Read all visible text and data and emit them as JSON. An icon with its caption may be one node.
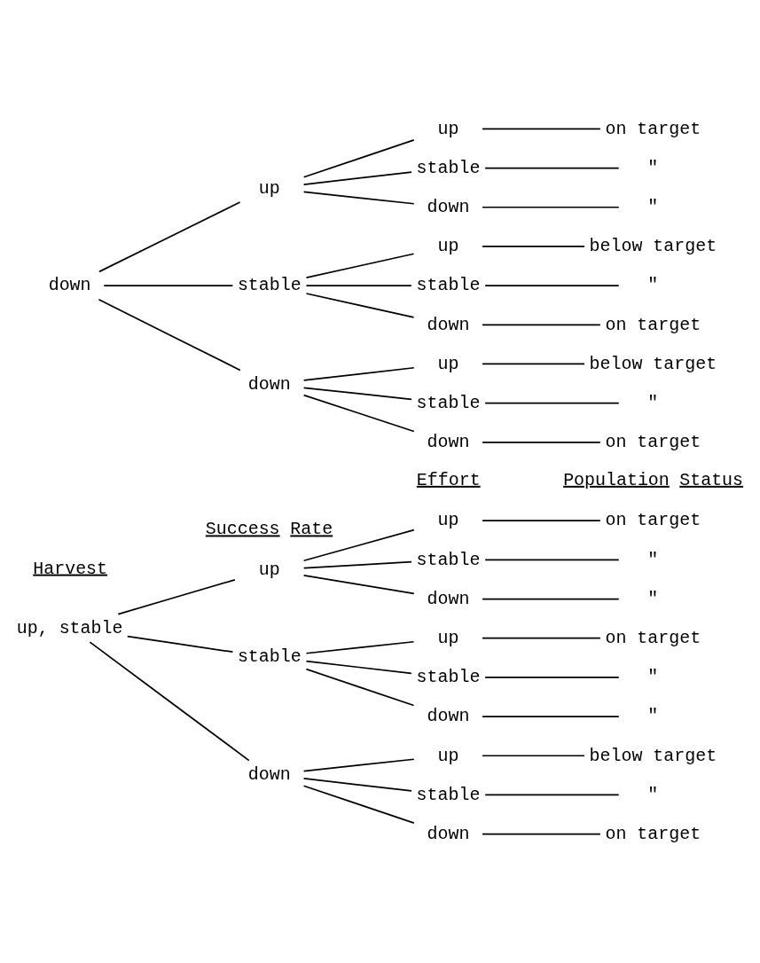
{
  "diagram": {
    "nodes": [
      {
        "text": [
          "up, stable"
        ]
      },
      {
        "text": [
          "up"
        ]
      },
      {
        "text": [
          "up"
        ]
      },
      {
        "text": [
          "on target"
        ]
      },
      {
        "text": [
          "stable"
        ]
      },
      {
        "text": [
          "\""
        ]
      },
      {
        "text": [
          "down"
        ]
      },
      {
        "text": [
          "\""
        ]
      },
      {
        "text": [
          "stable"
        ]
      },
      {
        "text": [
          "up"
        ]
      },
      {
        "text": [
          "on target"
        ]
      },
      {
        "text": [
          "stable"
        ]
      },
      {
        "text": [
          "\""
        ]
      },
      {
        "text": [
          "down"
        ]
      },
      {
        "text": [
          "\""
        ]
      },
      {
        "text": [
          "down"
        ]
      },
      {
        "text": [
          "up"
        ]
      },
      {
        "text": [
          "below target"
        ]
      },
      {
        "text": [
          "stable"
        ]
      },
      {
        "text": [
          "\""
        ]
      },
      {
        "text": [
          "down"
        ]
      },
      {
        "text": [
          "on target"
        ]
      },
      {
        "text": [
          "down"
        ]
      },
      {
        "text": [
          "up"
        ]
      },
      {
        "text": [
          "up"
        ]
      },
      {
        "text": [
          "on target"
        ]
      },
      {
        "text": [
          "stable"
        ]
      },
      {
        "text": [
          "\""
        ]
      },
      {
        "text": [
          "down"
        ]
      },
      {
        "text": [
          "\""
        ]
      },
      {
        "text": [
          "stable"
        ]
      },
      {
        "text": [
          "up"
        ]
      },
      {
        "text": [
          "below target"
        ]
      },
      {
        "text": [
          "stable"
        ]
      },
      {
        "text": [
          "\""
        ]
      },
      {
        "text": [
          "down"
        ]
      },
      {
        "text": [
          "on target"
        ]
      },
      {
        "text": [
          "down"
        ]
      },
      {
        "text": [
          "up"
        ]
      },
      {
        "text": [
          "below target"
        ]
      },
      {
        "text": [
          "stable"
        ]
      },
      {
        "text": [
          "\""
        ]
      },
      {
        "text": [
          "down"
        ]
      },
      {
        "text": [
          "on target"
        ]
      }
    ],
    "edges": [
      {
        "from": 0,
        "to": 1,
        "arrow": "none"
      },
      {
        "from": 0,
        "to": 8,
        "arrow": "none"
      },
      {
        "from": 0,
        "to": 15,
        "arrow": "none"
      },
      {
        "from": 1,
        "to": 2,
        "arrow": "none"
      },
      {
        "from": 1,
        "to": 4,
        "arrow": "none"
      },
      {
        "from": 1,
        "to": 6,
        "arrow": "none"
      },
      {
        "from": 2,
        "to": 3,
        "arrow": "none"
      },
      {
        "from": 4,
        "to": 5,
        "arrow": "none"
      },
      {
        "from": 6,
        "to": 7,
        "arrow": "none"
      },
      {
        "from": 8,
        "to": 9,
        "arrow": "none"
      },
      {
        "from": 8,
        "to": 11,
        "arrow": "none"
      },
      {
        "from": 8,
        "to": 13,
        "arrow": "none"
      },
      {
        "from": 9,
        "to": 10,
        "arrow": "none"
      },
      {
        "from": 11,
        "to": 12,
        "arrow": "none"
      },
      {
        "from": 13,
        "to": 14,
        "arrow": "none"
      },
      {
        "from": 15,
        "to": 16,
        "arrow": "none"
      },
      {
        "from": 15,
        "to": 18,
        "arrow": "none"
      },
      {
        "from": 15,
        "to": 20,
        "arrow": "none"
      },
      {
        "from": 16,
        "to": 17,
        "arrow": "none"
      },
      {
        "from": 18,
        "to": 19,
        "arrow": "none"
      },
      {
        "from": 20,
        "to": 21,
        "arrow": "none"
      },
      {
        "from": 22,
        "to": 23,
        "arrow": "none"
      },
      {
        "from": 22,
        "to": 30,
        "arrow": "none"
      },
      {
        "from": 22,
        "to": 37,
        "arrow": "none"
      },
      {
        "from": 23,
        "to": 24,
        "arrow": "none"
      },
      {
        "from": 23,
        "to": 26,
        "arrow": "none"
      },
      {
        "from": 23,
        "to": 28,
        "arrow": "none"
      },
      {
        "from": 24,
        "to": 25,
        "arrow": "none"
      },
      {
        "from": 26,
        "to": 27,
        "arrow": "none"
      },
      {
        "from": 28,
        "to": 29,
        "arrow": "none"
      },
      {
        "from": 30,
        "to": 31,
        "arrow": "none"
      },
      {
        "from": 30,
        "to": 33,
        "arrow": "none"
      },
      {
        "from": 30,
        "to": 35,
        "arrow": "none"
      },
      {
        "from": 31,
        "to": 32,
        "arrow": "none"
      },
      {
        "from": 33,
        "to": 34,
        "arrow": "none"
      },
      {
        "from": 35,
        "to": 36,
        "arrow": "none"
      },
      {
        "from": 37,
        "to": 38,
        "arrow": "none"
      },
      {
        "from": 37,
        "to": 40,
        "arrow": "none"
      },
      {
        "from": 37,
        "to": 42,
        "arrow": "none"
      },
      {
        "from": 38,
        "to": 39,
        "arrow": "none"
      },
      {
        "from": 40,
        "to": 41,
        "arrow": "none"
      },
      {
        "from": 42,
        "to": 43,
        "arrow": "none"
      }
    ],
    "labels": [
      "Harvest",
      "Success Rate",
      "Effort",
      "Population Status"
    ]
  }
}
